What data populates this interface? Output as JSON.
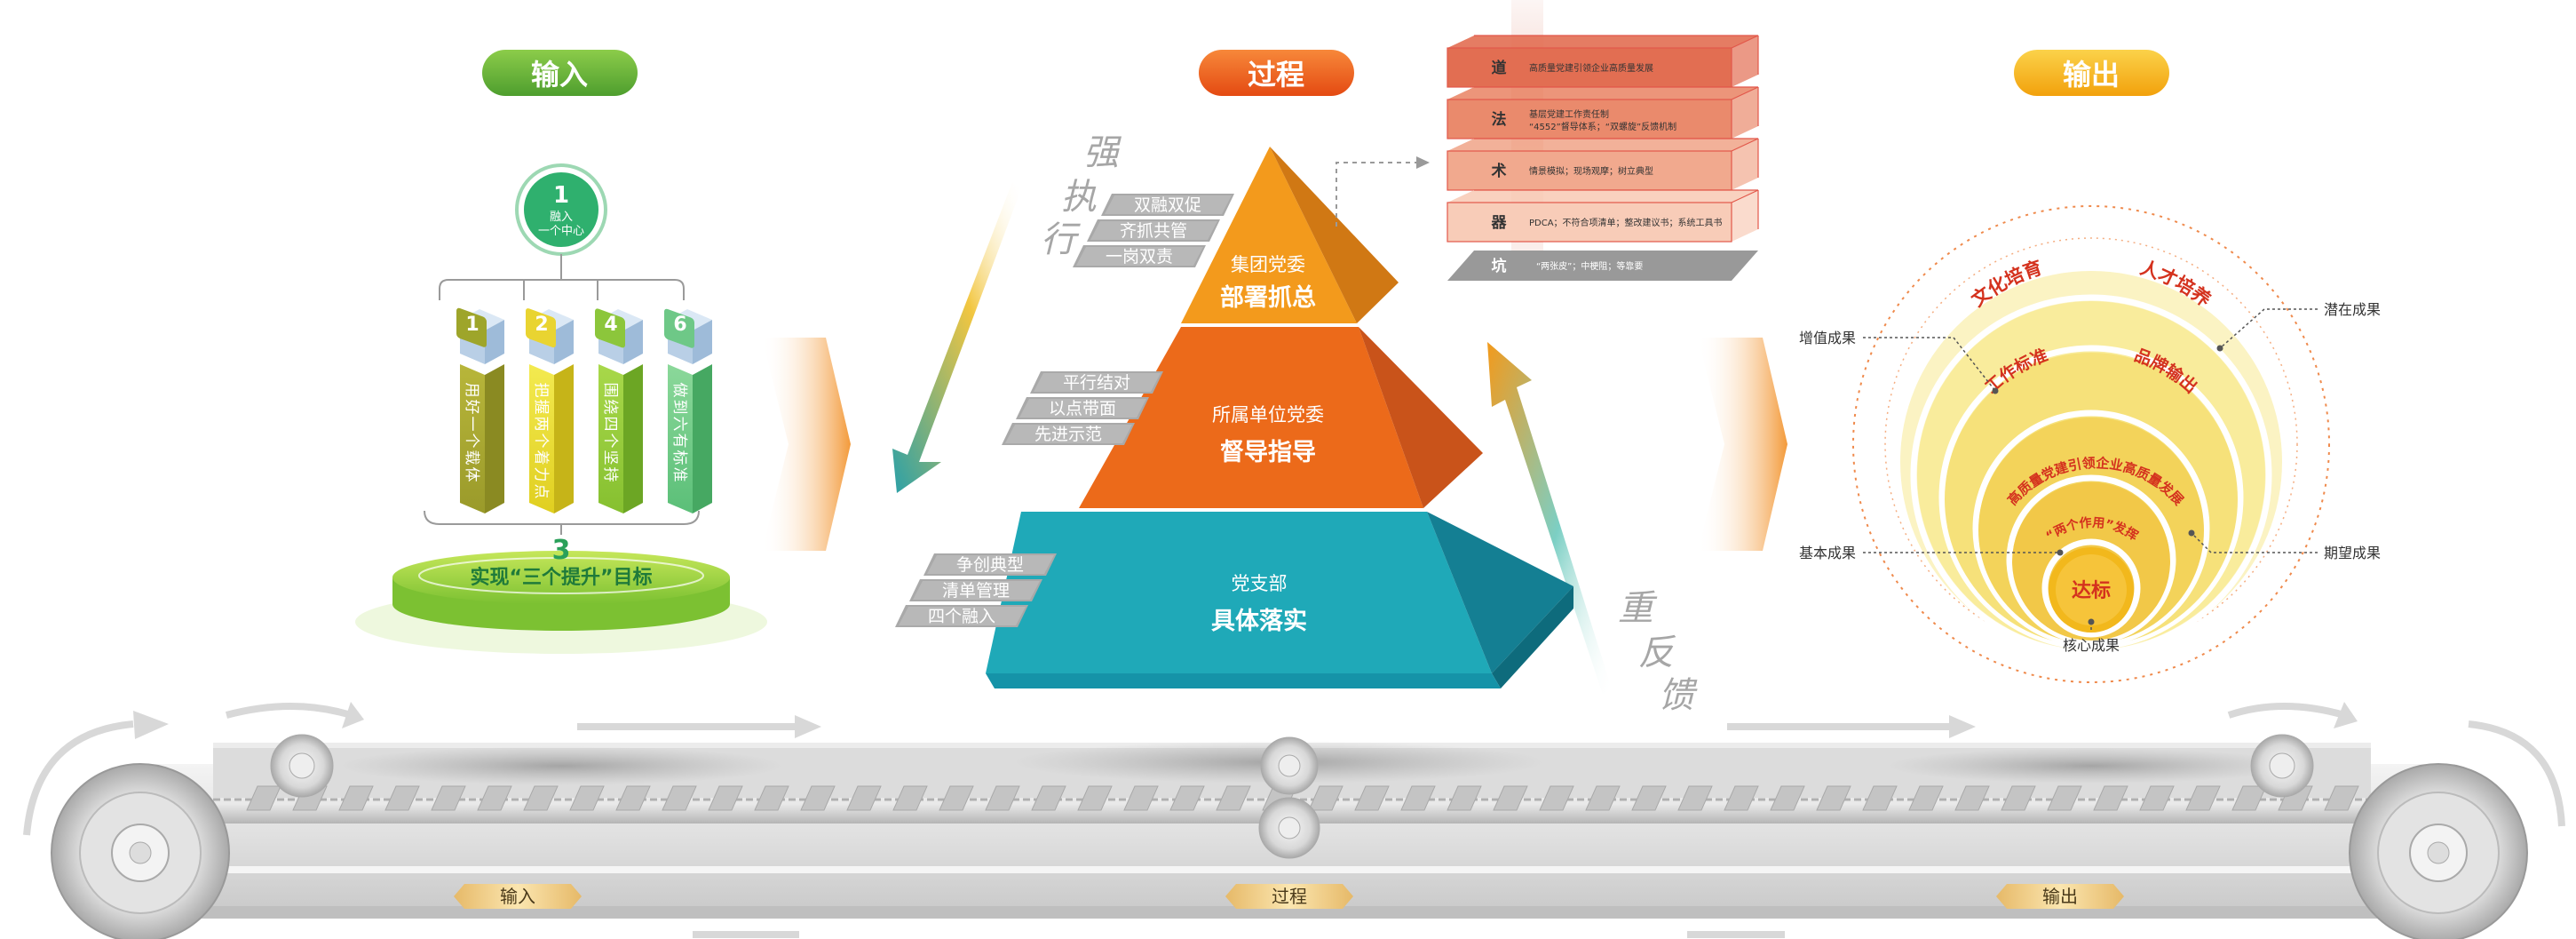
{
  "headers": {
    "input": "输入",
    "process": "过程",
    "output": "输出"
  },
  "input": {
    "top_number": "1",
    "top_line1": "融入",
    "top_line2": "一个中心",
    "pillars": [
      {
        "number": "1",
        "text": "用好一个载体"
      },
      {
        "number": "2",
        "text": "把握两个着力点"
      },
      {
        "number": "4",
        "text": "围绕四个坚持"
      },
      {
        "number": "6",
        "text": "做到六有标准"
      }
    ],
    "base_number": "3",
    "base_text": "实现“三个提升”目标"
  },
  "process": {
    "left_vertical": "强执行",
    "right_vertical": "重反馈",
    "tiers": [
      {
        "title": "集团党委",
        "action": "部署抓总",
        "tags": [
          "双融双促",
          "齐抓共管",
          "一岗双责"
        ],
        "color": "#f39a1c"
      },
      {
        "title": "所属单位党委",
        "action": "督导指导",
        "tags": [
          "平行结对",
          "以点带面",
          "先进示范"
        ],
        "color": "#ec6a1a"
      },
      {
        "title": "党支部",
        "action": "具体落实",
        "tags": [
          "争创典型",
          "清单管理",
          "四个融入"
        ],
        "color": "#1fa9b8"
      }
    ]
  },
  "framework": {
    "rows": [
      {
        "label": "道",
        "text": "高质量党建引领企业高质量发展"
      },
      {
        "label": "法",
        "text": "基层党建工作责任制",
        "text2": "“4552”督导体系；“双螺旋”反馈机制"
      },
      {
        "label": "术",
        "text": "情景模拟；现场观摩；树立典型"
      },
      {
        "label": "器",
        "text": "PDCA；不符合项清单；整改建议书；系统工具书"
      }
    ],
    "pit": {
      "label": "坑",
      "text": "“两张皮”；中梗阻；等靠要"
    }
  },
  "output": {
    "rings": [
      "文化培育",
      "人才培养",
      "工作标准",
      "品牌输出",
      "高质量党建引领企业高质量发展",
      "“两个作用”发挥"
    ],
    "core": "达标",
    "callouts": {
      "added": "增值成果",
      "potential": "潜在成果",
      "basic": "基本成果",
      "expected": "期望成果",
      "core": "核心成果"
    }
  },
  "conveyor": {
    "labels": [
      "输入",
      "过程",
      "输出"
    ]
  },
  "colors": {
    "green": "#5aa832",
    "orange": "#ec6a1a",
    "gold": "#f6b418",
    "teal": "#1fa9b8",
    "salmon": "#e8785a"
  }
}
